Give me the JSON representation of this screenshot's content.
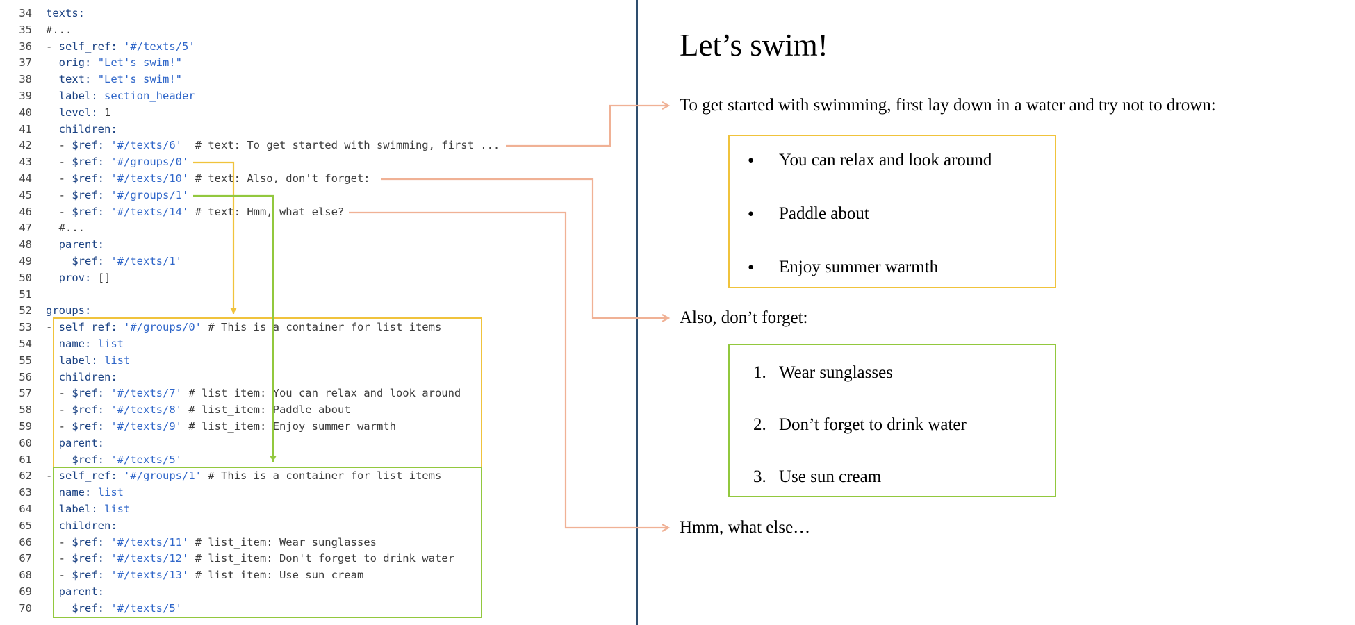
{
  "colors": {
    "arrow_salmon": "#f0b195",
    "highlight_yellow": "#f0c33c",
    "highlight_green": "#92c83e",
    "divider_blue": "#2e4d6e",
    "code_key": "#1b4283",
    "code_string": "#2f66c9",
    "code_comment": "#3c3c3c",
    "line_number": "#454545"
  },
  "editor": {
    "lines": [
      {
        "num": "34",
        "segs": [
          [
            "k",
            "texts:"
          ]
        ]
      },
      {
        "num": "35",
        "segs": [
          [
            "c",
            "#..."
          ]
        ]
      },
      {
        "num": "36",
        "segs": [
          [
            "p",
            "- "
          ],
          [
            "k",
            "self_ref:"
          ],
          [
            "p",
            " "
          ],
          [
            "s",
            "'#/texts/5'"
          ]
        ]
      },
      {
        "num": "37",
        "segs": [
          [
            "p",
            "  "
          ],
          [
            "k",
            "orig:"
          ],
          [
            "p",
            " "
          ],
          [
            "s",
            "\"Let's swim!\""
          ]
        ]
      },
      {
        "num": "38",
        "segs": [
          [
            "p",
            "  "
          ],
          [
            "k",
            "text:"
          ],
          [
            "p",
            " "
          ],
          [
            "s",
            "\"Let's swim!\""
          ]
        ]
      },
      {
        "num": "39",
        "segs": [
          [
            "p",
            "  "
          ],
          [
            "k",
            "label:"
          ],
          [
            "p",
            " "
          ],
          [
            "s",
            "section_header"
          ]
        ]
      },
      {
        "num": "40",
        "segs": [
          [
            "p",
            "  "
          ],
          [
            "k",
            "level:"
          ],
          [
            "p",
            " "
          ],
          [
            "n",
            "1"
          ]
        ]
      },
      {
        "num": "41",
        "segs": [
          [
            "p",
            "  "
          ],
          [
            "k",
            "children:"
          ]
        ]
      },
      {
        "num": "42",
        "segs": [
          [
            "p",
            "  - "
          ],
          [
            "k",
            "$ref:"
          ],
          [
            "p",
            " "
          ],
          [
            "s",
            "'#/texts/6'"
          ],
          [
            "c",
            "  # text: To get started with swimming, first ..."
          ]
        ]
      },
      {
        "num": "43",
        "segs": [
          [
            "p",
            "  - "
          ],
          [
            "k",
            "$ref:"
          ],
          [
            "p",
            " "
          ],
          [
            "s",
            "'#/groups/0'"
          ]
        ]
      },
      {
        "num": "44",
        "segs": [
          [
            "p",
            "  - "
          ],
          [
            "k",
            "$ref:"
          ],
          [
            "p",
            " "
          ],
          [
            "s",
            "'#/texts/10'"
          ],
          [
            "c",
            " # text: Also, don't forget:"
          ]
        ]
      },
      {
        "num": "45",
        "segs": [
          [
            "p",
            "  - "
          ],
          [
            "k",
            "$ref:"
          ],
          [
            "p",
            " "
          ],
          [
            "s",
            "'#/groups/1'"
          ]
        ]
      },
      {
        "num": "46",
        "segs": [
          [
            "p",
            "  - "
          ],
          [
            "k",
            "$ref:"
          ],
          [
            "p",
            " "
          ],
          [
            "s",
            "'#/texts/14'"
          ],
          [
            "c",
            " # text: Hmm, what else?"
          ]
        ]
      },
      {
        "num": "47",
        "segs": [
          [
            "p",
            "  "
          ],
          [
            "c",
            "#..."
          ]
        ]
      },
      {
        "num": "48",
        "segs": [
          [
            "p",
            "  "
          ],
          [
            "k",
            "parent:"
          ]
        ]
      },
      {
        "num": "49",
        "segs": [
          [
            "p",
            "    "
          ],
          [
            "k",
            "$ref:"
          ],
          [
            "p",
            " "
          ],
          [
            "s",
            "'#/texts/1'"
          ]
        ]
      },
      {
        "num": "50",
        "segs": [
          [
            "p",
            "  "
          ],
          [
            "k",
            "prov:"
          ],
          [
            "p",
            " "
          ],
          [
            "n",
            "[]"
          ]
        ]
      },
      {
        "num": "51",
        "segs": []
      },
      {
        "num": "52",
        "segs": [
          [
            "k",
            "groups:"
          ]
        ]
      },
      {
        "num": "53",
        "segs": [
          [
            "p",
            "- "
          ],
          [
            "k",
            "self_ref:"
          ],
          [
            "p",
            " "
          ],
          [
            "s",
            "'#/groups/0'"
          ],
          [
            "c",
            " # This is a container for list items"
          ]
        ]
      },
      {
        "num": "54",
        "segs": [
          [
            "p",
            "  "
          ],
          [
            "k",
            "name:"
          ],
          [
            "p",
            " "
          ],
          [
            "s",
            "list"
          ]
        ]
      },
      {
        "num": "55",
        "segs": [
          [
            "p",
            "  "
          ],
          [
            "k",
            "label:"
          ],
          [
            "p",
            " "
          ],
          [
            "s",
            "list"
          ]
        ]
      },
      {
        "num": "56",
        "segs": [
          [
            "p",
            "  "
          ],
          [
            "k",
            "children:"
          ]
        ]
      },
      {
        "num": "57",
        "segs": [
          [
            "p",
            "  - "
          ],
          [
            "k",
            "$ref:"
          ],
          [
            "p",
            " "
          ],
          [
            "s",
            "'#/texts/7'"
          ],
          [
            "c",
            " # list_item: You can relax and look around"
          ]
        ]
      },
      {
        "num": "58",
        "segs": [
          [
            "p",
            "  - "
          ],
          [
            "k",
            "$ref:"
          ],
          [
            "p",
            " "
          ],
          [
            "s",
            "'#/texts/8'"
          ],
          [
            "c",
            " # list_item: Paddle about"
          ]
        ]
      },
      {
        "num": "59",
        "segs": [
          [
            "p",
            "  - "
          ],
          [
            "k",
            "$ref:"
          ],
          [
            "p",
            " "
          ],
          [
            "s",
            "'#/texts/9'"
          ],
          [
            "c",
            " # list_item: Enjoy summer warmth"
          ]
        ]
      },
      {
        "num": "60",
        "segs": [
          [
            "p",
            "  "
          ],
          [
            "k",
            "parent:"
          ]
        ]
      },
      {
        "num": "61",
        "segs": [
          [
            "p",
            "    "
          ],
          [
            "k",
            "$ref:"
          ],
          [
            "p",
            " "
          ],
          [
            "s",
            "'#/texts/5'"
          ]
        ]
      },
      {
        "num": "62",
        "segs": [
          [
            "p",
            "- "
          ],
          [
            "k",
            "self_ref:"
          ],
          [
            "p",
            " "
          ],
          [
            "s",
            "'#/groups/1'"
          ],
          [
            "c",
            " # This is a container for list items"
          ]
        ]
      },
      {
        "num": "63",
        "segs": [
          [
            "p",
            "  "
          ],
          [
            "k",
            "name:"
          ],
          [
            "p",
            " "
          ],
          [
            "s",
            "list"
          ]
        ]
      },
      {
        "num": "64",
        "segs": [
          [
            "p",
            "  "
          ],
          [
            "k",
            "label:"
          ],
          [
            "p",
            " "
          ],
          [
            "s",
            "list"
          ]
        ]
      },
      {
        "num": "65",
        "segs": [
          [
            "p",
            "  "
          ],
          [
            "k",
            "children:"
          ]
        ]
      },
      {
        "num": "66",
        "segs": [
          [
            "p",
            "  - "
          ],
          [
            "k",
            "$ref:"
          ],
          [
            "p",
            " "
          ],
          [
            "s",
            "'#/texts/11'"
          ],
          [
            "c",
            " # list_item: Wear sunglasses"
          ]
        ]
      },
      {
        "num": "67",
        "segs": [
          [
            "p",
            "  - "
          ],
          [
            "k",
            "$ref:"
          ],
          [
            "p",
            " "
          ],
          [
            "s",
            "'#/texts/12'"
          ],
          [
            "c",
            " # list_item: Don't forget to drink water"
          ]
        ]
      },
      {
        "num": "68",
        "segs": [
          [
            "p",
            "  - "
          ],
          [
            "k",
            "$ref:"
          ],
          [
            "p",
            " "
          ],
          [
            "s",
            "'#/texts/13'"
          ],
          [
            "c",
            " # list_item: Use sun cream"
          ]
        ]
      },
      {
        "num": "69",
        "segs": [
          [
            "p",
            "  "
          ],
          [
            "k",
            "parent:"
          ]
        ]
      },
      {
        "num": "70",
        "segs": [
          [
            "p",
            "    "
          ],
          [
            "k",
            "$ref:"
          ],
          [
            "p",
            " "
          ],
          [
            "s",
            "'#/texts/5'"
          ]
        ]
      }
    ]
  },
  "preview": {
    "title": "Let’s swim!",
    "intro": "To get started with swimming, first lay down in a water and try not to drown:",
    "bullet_glyph": "●",
    "bullet_items": [
      "You can relax and look around",
      "Paddle about",
      "Enjoy summer warmth"
    ],
    "second": "Also, don’t forget:",
    "numbered_markers": [
      "1.",
      "2.",
      "3."
    ],
    "numbered_items": [
      "Wear sunglasses",
      "Don’t forget to drink water",
      "Use sun cream"
    ],
    "third": "Hmm, what else…"
  }
}
